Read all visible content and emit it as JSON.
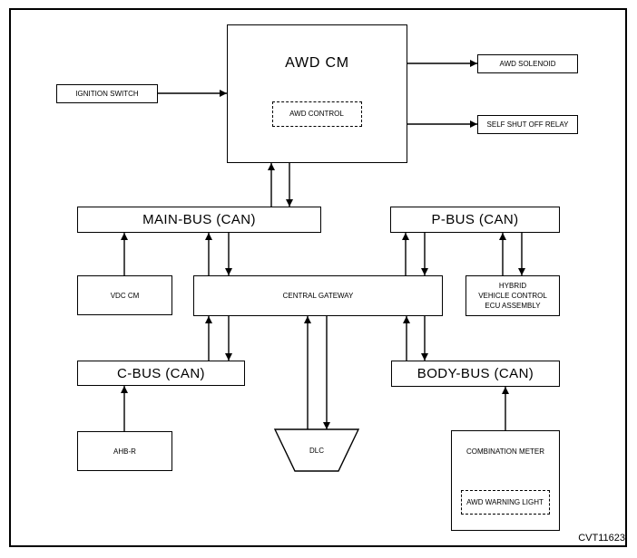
{
  "diagram": {
    "figure_id": "CVT11623",
    "colors": {
      "line": "#000000",
      "background": "#ffffff"
    },
    "nodes": {
      "awd_cm": "AWD CM",
      "awd_control": "AWD CONTROL",
      "ignition_switch": "IGNITION SWITCH",
      "awd_solenoid": "AWD SOLENOID",
      "self_shut_off_relay": "SELF SHUT OFF RELAY",
      "main_bus": "MAIN-BUS (CAN)",
      "p_bus": "P-BUS (CAN)",
      "vdc_cm": "VDC CM",
      "central_gateway": "CENTRAL GATEWAY",
      "hybrid_ecu": {
        "line1": "HYBRID",
        "line2": "VEHICLE CONTROL",
        "line3": "ECU ASSEMBLY"
      },
      "c_bus": "C-BUS (CAN)",
      "body_bus": "BODY-BUS (CAN)",
      "ahb_r": "AHB-R",
      "dlc": "DLC",
      "combination_meter": "COMBINATION METER",
      "awd_warning_light": "AWD WARNING LIGHT"
    },
    "connections": [
      {
        "from": "IGNITION SWITCH",
        "to": "AWD CM",
        "direction": "one-way"
      },
      {
        "from": "AWD CM",
        "to": "AWD SOLENOID",
        "direction": "one-way"
      },
      {
        "from": "AWD CM",
        "to": "SELF SHUT OFF RELAY",
        "direction": "one-way"
      },
      {
        "from": "AWD CM",
        "to": "MAIN-BUS (CAN)",
        "direction": "two-way"
      },
      {
        "from": "VDC CM",
        "to": "MAIN-BUS (CAN)",
        "direction": "one-way"
      },
      {
        "from": "MAIN-BUS (CAN)",
        "to": "CENTRAL GATEWAY",
        "direction": "two-way"
      },
      {
        "from": "P-BUS (CAN)",
        "to": "CENTRAL GATEWAY",
        "direction": "two-way"
      },
      {
        "from": "P-BUS (CAN)",
        "to": "HYBRID VEHICLE CONTROL ECU ASSEMBLY",
        "direction": "two-way"
      },
      {
        "from": "CENTRAL GATEWAY",
        "to": "C-BUS (CAN)",
        "direction": "two-way"
      },
      {
        "from": "CENTRAL GATEWAY",
        "to": "DLC",
        "direction": "two-way"
      },
      {
        "from": "CENTRAL GATEWAY",
        "to": "BODY-BUS (CAN)",
        "direction": "two-way"
      },
      {
        "from": "AHB-R",
        "to": "C-BUS (CAN)",
        "direction": "one-way"
      },
      {
        "from": "COMBINATION METER",
        "to": "BODY-BUS (CAN)",
        "direction": "one-way"
      }
    ]
  }
}
